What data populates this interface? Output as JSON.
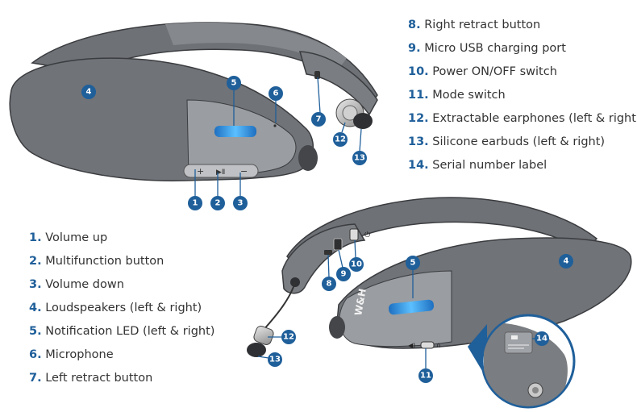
{
  "legend_top": [
    {
      "num": "8.",
      "label": "Right retract button"
    },
    {
      "num": "9.",
      "label": "Micro USB charging port"
    },
    {
      "num": "10.",
      "label": "Power ON/OFF switch"
    },
    {
      "num": "11.",
      "label": "Mode switch"
    },
    {
      "num": "12.",
      "label": "Extractable earphones (left & right)"
    },
    {
      "num": "13.",
      "label": "Silicone earbuds (left & right)"
    },
    {
      "num": "14.",
      "label": "Serial number label"
    }
  ],
  "legend_bottom": [
    {
      "num": "1.",
      "label": "Volume up"
    },
    {
      "num": "2.",
      "label": "Multifunction button"
    },
    {
      "num": "3.",
      "label": "Volume down"
    },
    {
      "num": "4.",
      "label": "Loudspeakers (left & right)"
    },
    {
      "num": "5.",
      "label": "Notification LED (left & right)"
    },
    {
      "num": "6.",
      "label": "Microphone"
    },
    {
      "num": "7.",
      "label": "Left retract button"
    }
  ],
  "callouts_top_view": [
    "1",
    "2",
    "3",
    "4",
    "5",
    "6",
    "7",
    "12",
    "13"
  ],
  "callouts_bottom_view": [
    "4",
    "5",
    "8",
    "9",
    "10",
    "11",
    "12",
    "13",
    "14"
  ],
  "logo_text": "W&H",
  "colors": {
    "accent": "#1f5f9a",
    "body_dark": "#6b6e72",
    "body_light": "#8a8d91",
    "led": "#4aa8ee"
  }
}
